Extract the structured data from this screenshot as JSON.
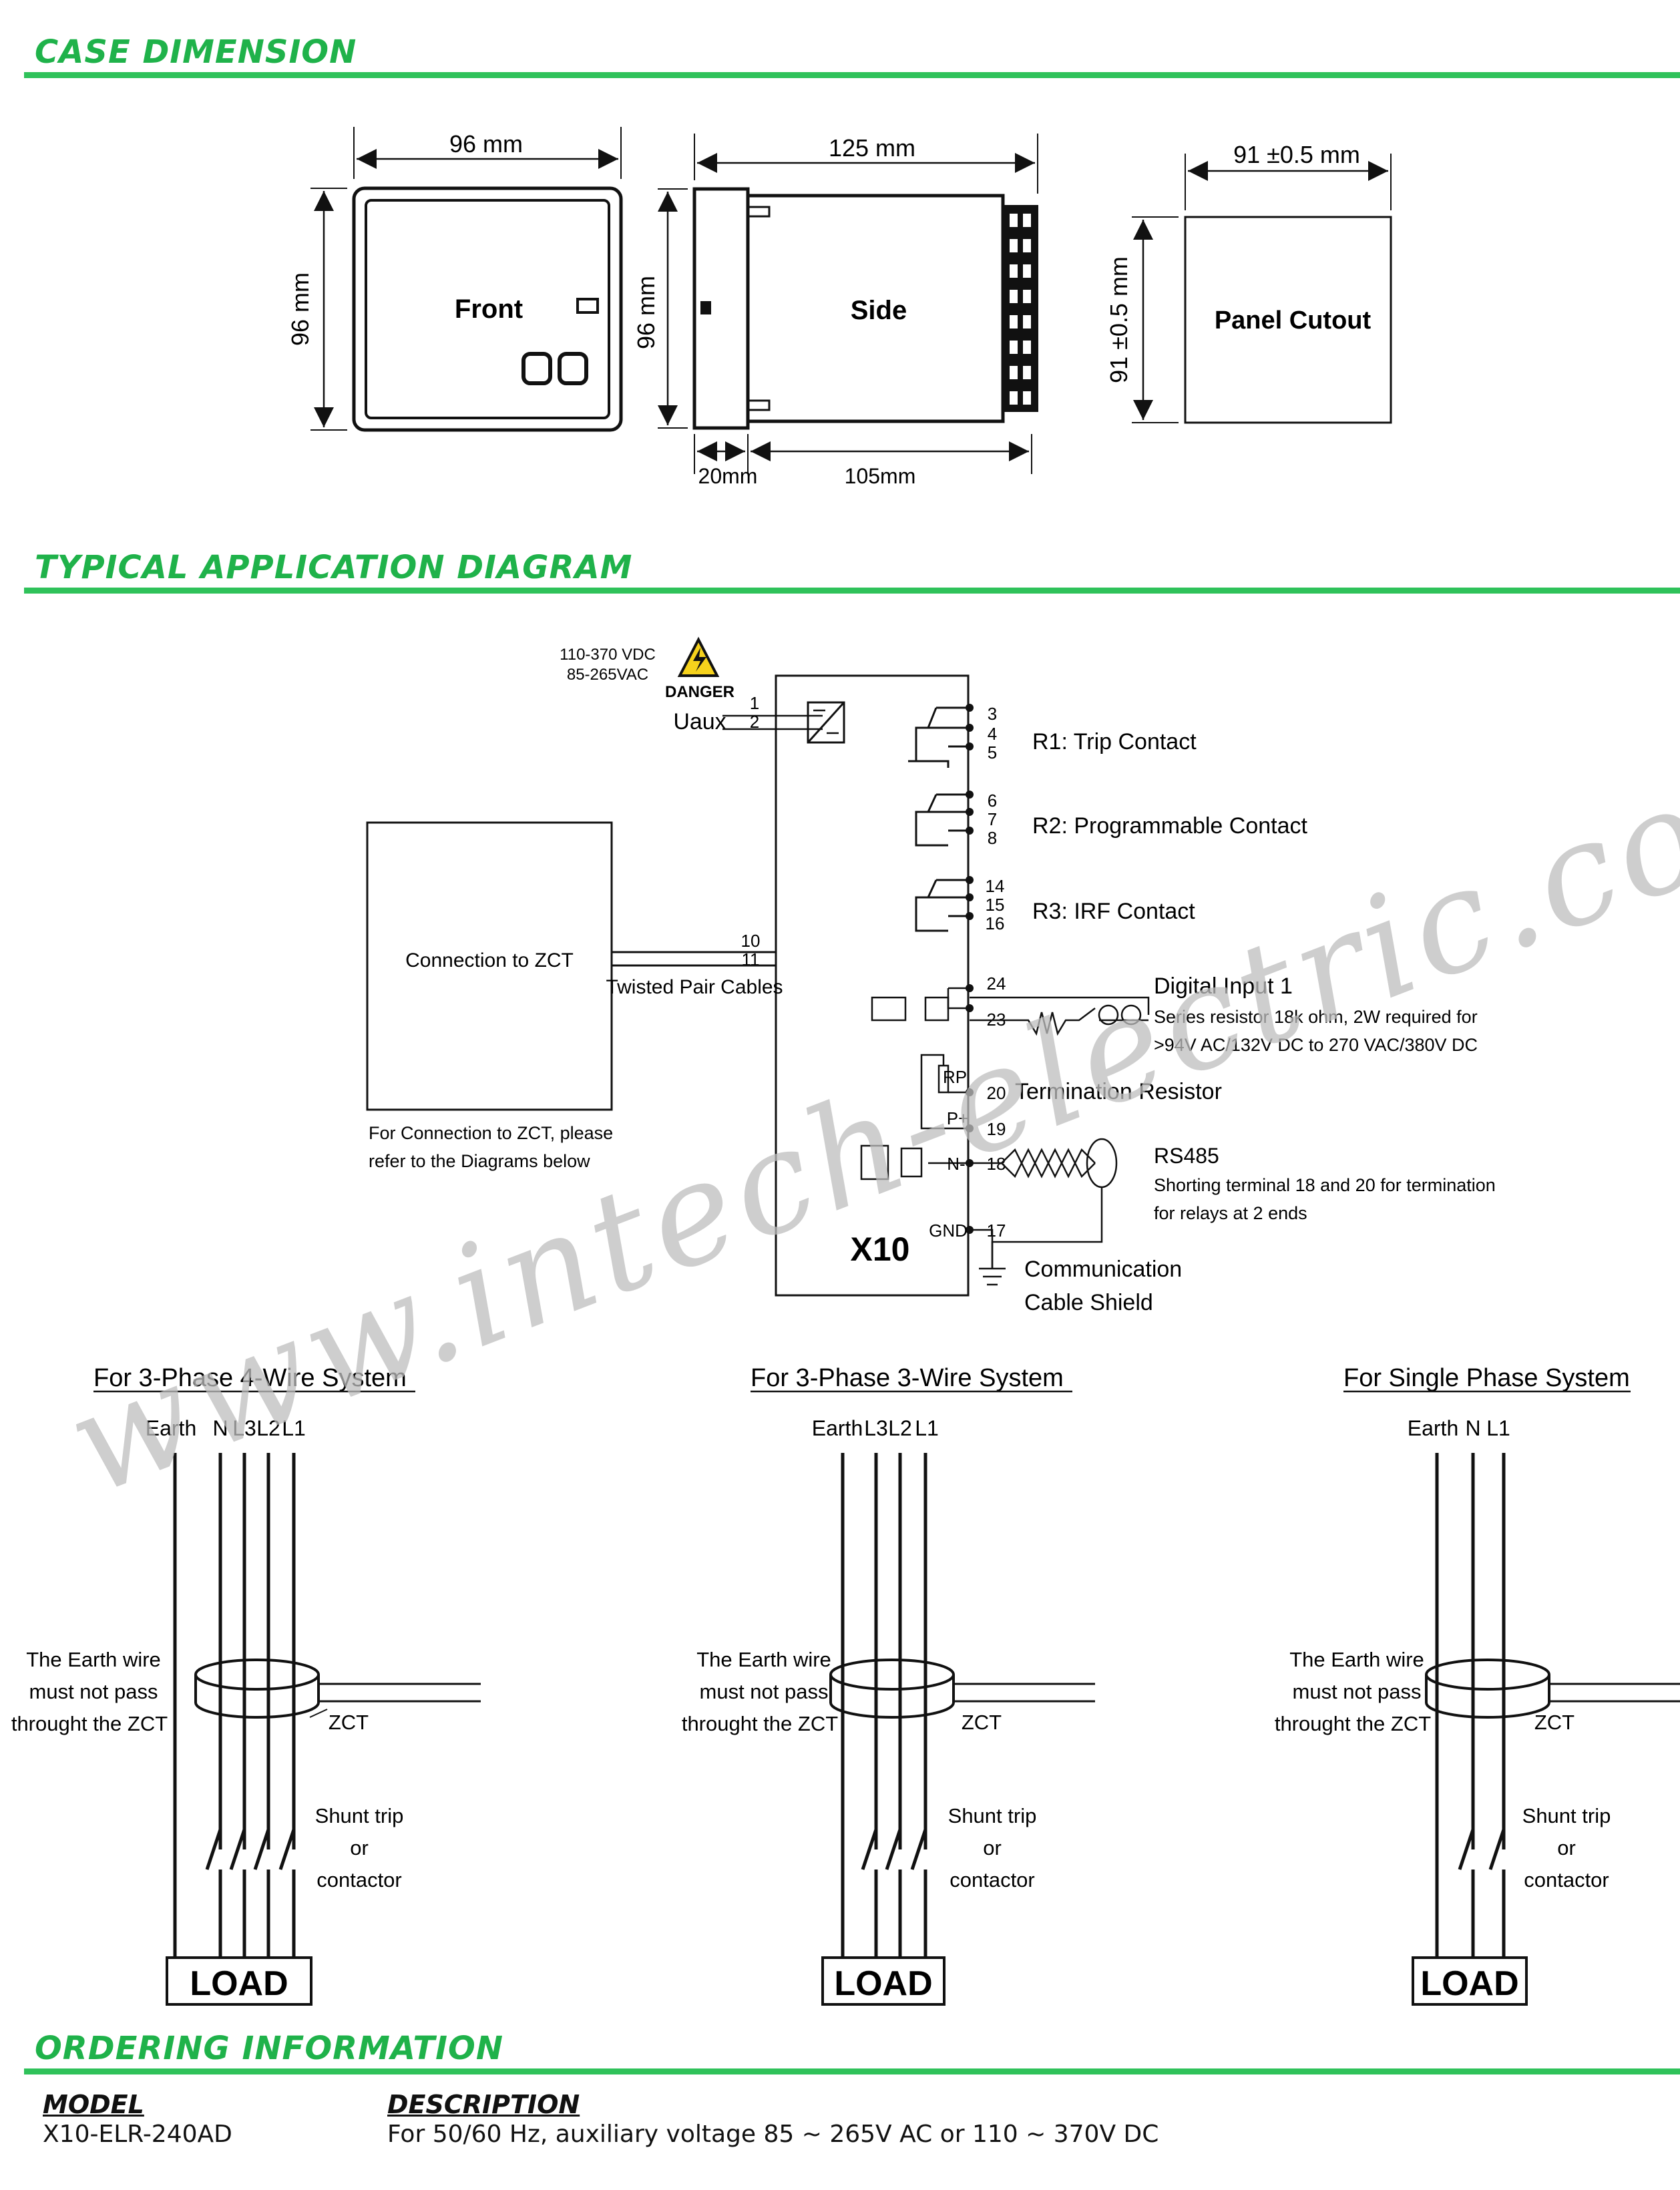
{
  "sections": {
    "case_dimension": "CASE DIMENSION",
    "typical_application": "TYPICAL APPLICATION DIAGRAM",
    "ordering_information": "ORDERING INFORMATION"
  },
  "case": {
    "front_width": "96 mm",
    "front_height": "96 mm",
    "front_label": "Front",
    "front_display": "00",
    "side_depth": "125 mm",
    "side_height": "96 mm",
    "side_label": "Side",
    "side_front": "20mm",
    "side_body": "105mm",
    "cutout_width": "91 ±0.5 mm",
    "cutout_height": "91 ±0.5 mm",
    "cutout_label": "Panel Cutout"
  },
  "app": {
    "supply": [
      "110-370 VDC",
      "85-265VAC"
    ],
    "danger": "DANGER",
    "uaux": "Uaux",
    "zct_box": "Connection to ZCT",
    "twisted": "Twisted Pair Cables",
    "zct_note": [
      "For Connection to ZCT, please",
      "refer to the Diagrams below"
    ],
    "model": "X10",
    "r1": "R1: Trip Contact",
    "r2": "R2: Programmable Contact",
    "r3": "R3: IRF Contact",
    "di": "Digital Input 1",
    "di_note": [
      "Series resistor 18k ohm, 2W required for",
      ">94V AC/132V DC to 270 VAC/380V DC"
    ],
    "term": "Termination Resistor",
    "rs485": "RS485",
    "rs485_note": [
      "Shorting terminal 18 and 20 for termination",
      "for relays at 2 ends"
    ],
    "comm": [
      "Communication",
      "Cable Shield"
    ],
    "rp": "RP",
    "pplus": "P+",
    "nminus": "N-",
    "gnd": "GND",
    "terminals": [
      "1",
      "2",
      "3",
      "4",
      "5",
      "6",
      "7",
      "8",
      "14",
      "15",
      "16",
      "10",
      "11",
      "24",
      "23",
      "20",
      "19",
      "18",
      "17"
    ]
  },
  "systems": [
    {
      "title": "For 3-Phase 4-Wire System",
      "labels": [
        "Earth",
        "N",
        "L3",
        "L2",
        "L1"
      ]
    },
    {
      "title": "For 3-Phase 3-Wire System",
      "labels": [
        "Earth",
        "L3",
        "L2",
        "L1"
      ]
    },
    {
      "title": "For Single Phase System",
      "labels": [
        "Earth",
        "N",
        "L1"
      ]
    }
  ],
  "system_common": {
    "earth_note": [
      "The Earth wire",
      "must not pass",
      "throught the ZCT"
    ],
    "zct": "ZCT",
    "shunt": [
      "Shunt trip",
      "or",
      "contactor"
    ],
    "load": "LOAD"
  },
  "watermark": "www.intech-electric.com.my",
  "ordering": {
    "model_head": "MODEL",
    "desc_head": "DESCRIPTION",
    "model": "X10-ELR-240AD",
    "description": "For 50/60 Hz, auxiliary voltage 85 ~ 265V AC or 110 ~ 370V DC"
  }
}
